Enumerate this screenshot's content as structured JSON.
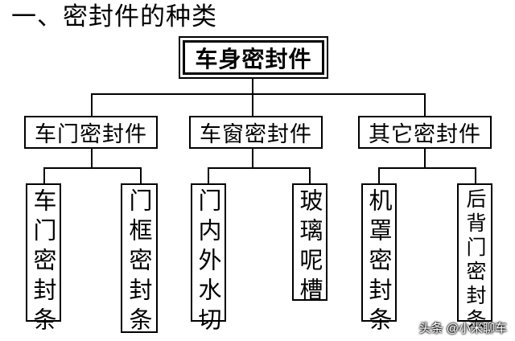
{
  "heading": "一、密封件的种类",
  "root": {
    "label": "车身密封件"
  },
  "categories": [
    {
      "label": "车门密封件",
      "children": [
        {
          "label": "车门密封条"
        },
        {
          "label": "门框密封条"
        }
      ]
    },
    {
      "label": "车窗密封件",
      "children": [
        {
          "label": "门内外水切"
        },
        {
          "label": "玻璃呢槽"
        }
      ]
    },
    {
      "label": "其它密封件",
      "children": [
        {
          "label": "机罩密封条"
        },
        {
          "label": "后背门密封条"
        }
      ]
    }
  ],
  "watermark": "头条 @小米聊车"
}
